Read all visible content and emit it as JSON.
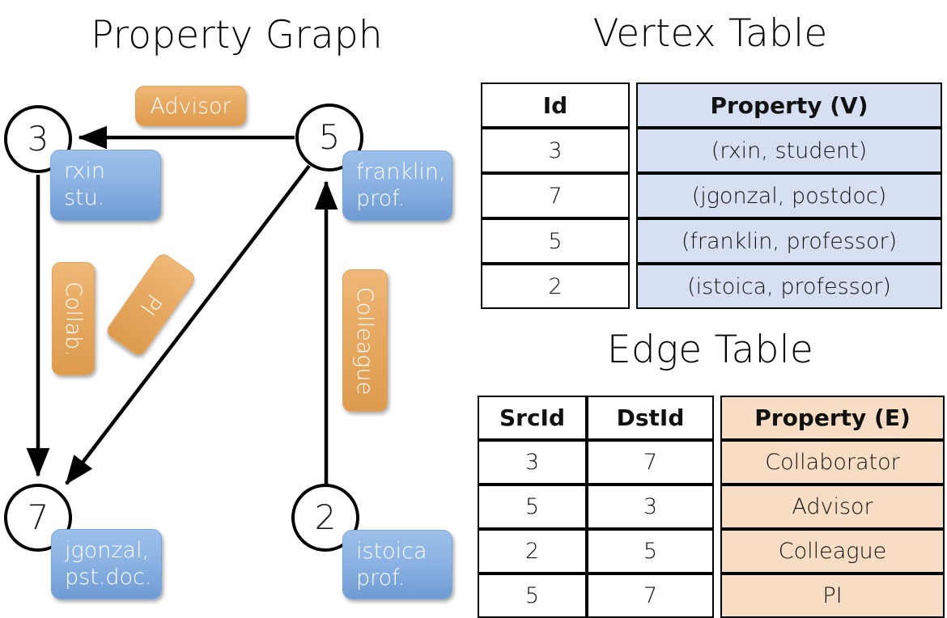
{
  "panels": {
    "graph_title": "Property Graph",
    "vertex_title": "Vertex Table",
    "edge_title": "Edge Table"
  },
  "graph": {
    "nodes": [
      {
        "id": "3",
        "name": "rxin",
        "role": "stu."
      },
      {
        "id": "5",
        "name": "franklin,",
        "role": "prof."
      },
      {
        "id": "7",
        "name": "jgonzal,",
        "role": "pst.doc."
      },
      {
        "id": "2",
        "name": "istoica",
        "role": "prof."
      }
    ],
    "edge_labels": [
      {
        "key": "advisor",
        "text": "Advisor"
      },
      {
        "key": "collab",
        "text": "Collab."
      },
      {
        "key": "pi",
        "text": "PI"
      },
      {
        "key": "colleague",
        "text": "Colleague"
      }
    ]
  },
  "vertex_table": {
    "headers": [
      "Id",
      "Property (V)"
    ],
    "rows": [
      {
        "id": "3",
        "property": "(rxin, student)"
      },
      {
        "id": "7",
        "property": "(jgonzal, postdoc)"
      },
      {
        "id": "5",
        "property": "(franklin, professor)"
      },
      {
        "id": "2",
        "property": "(istoica, professor)"
      }
    ]
  },
  "edge_table": {
    "headers": [
      "SrcId",
      "DstId",
      "Property (E)"
    ],
    "rows": [
      {
        "src": "3",
        "dst": "7",
        "property": "Collaborator"
      },
      {
        "src": "5",
        "dst": "3",
        "property": "Advisor"
      },
      {
        "src": "2",
        "dst": "5",
        "property": "Colleague"
      },
      {
        "src": "5",
        "dst": "7",
        "property": "PI"
      }
    ]
  },
  "colors": {
    "vertex_property_fill": "#d6e0f2",
    "edge_property_fill": "#f7ddc3",
    "node_box_blue": "#8cb3e3",
    "edge_label_orange": "#e8aa63",
    "stroke": "#000000"
  }
}
